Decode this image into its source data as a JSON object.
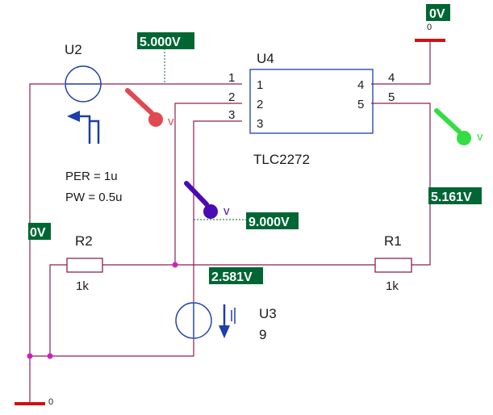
{
  "colors": {
    "wire": "#8b2252",
    "part_blue": "#1c3fa8",
    "voltage_tag": "#006633",
    "ground": "#d01010",
    "probe_red": "#e0494f",
    "probe_purple": "#4b0bb3",
    "probe_green": "#33dd44",
    "junction": "#d020c0"
  },
  "components": {
    "u2": {
      "ref": "U2",
      "per": "PER = 1u",
      "pw": "PW = 0.5u"
    },
    "u3": {
      "ref": "U3",
      "value": "9"
    },
    "u4": {
      "ref": "U4",
      "part": "TLC2272",
      "pins_inside": [
        "1",
        "2",
        "3",
        "4",
        "5"
      ],
      "pins_outside": [
        "1",
        "2",
        "3",
        "4",
        "5"
      ]
    },
    "r1": {
      "ref": "R1",
      "value": "1k"
    },
    "r2": {
      "ref": "R2",
      "value": "1k"
    }
  },
  "voltages": {
    "u2_out": "5.000V",
    "u3_out": "9.000V",
    "out": "5.161V",
    "mid": "2.581V",
    "left": "0V",
    "ground_top": "0V"
  },
  "grounds": {
    "top_node": "0",
    "bottom_node": "0"
  },
  "probes": {
    "red": "v",
    "purple": "v",
    "green": "v"
  }
}
